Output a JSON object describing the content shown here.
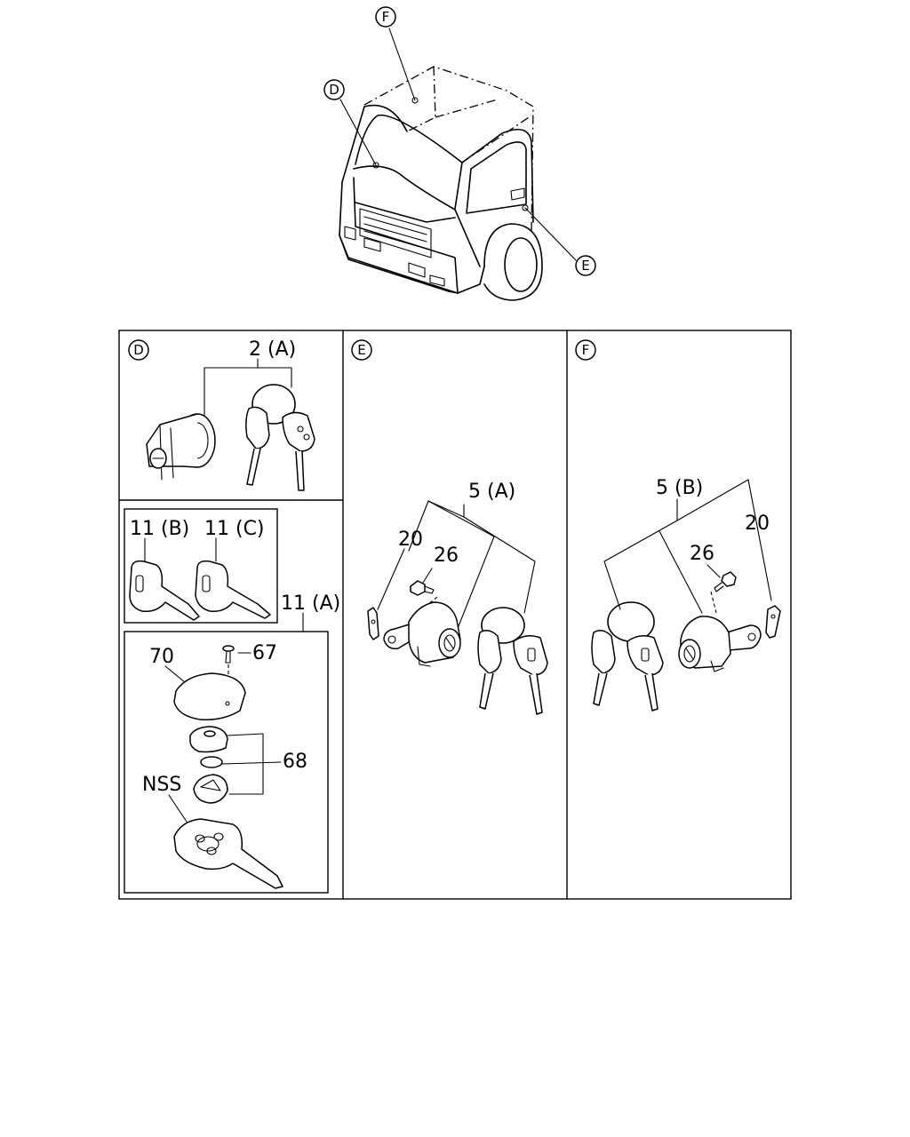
{
  "callouts": {
    "d": "D",
    "e": "E",
    "f": "F"
  },
  "panel_d": {
    "tag": "D",
    "label_2a": "2 (A)",
    "label_11b": "11 (B)",
    "label_11c": "11 (C)",
    "label_11a": "11 (A)",
    "label_70": "70",
    "label_67": "67",
    "label_68": "68",
    "label_nss": "NSS"
  },
  "panel_e": {
    "tag": "E",
    "label_5a": "5 (A)",
    "label_20": "20",
    "label_26": "26"
  },
  "panel_f": {
    "tag": "F",
    "label_5b": "5 (B)",
    "label_26": "26",
    "label_20": "20"
  }
}
